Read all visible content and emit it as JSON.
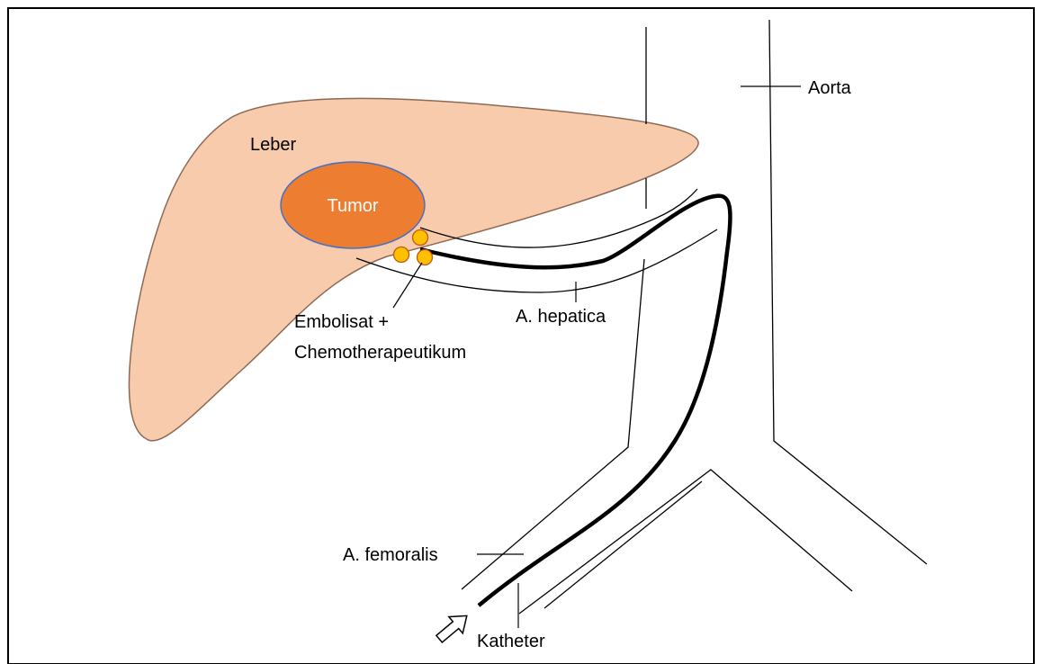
{
  "labels": {
    "liver": "Leber",
    "tumor": "Tumor",
    "aorta": "Aorta",
    "hepatic_artery": "A. hepatica",
    "embolisate_line1": "Embolisat +",
    "embolisate_line2": "Chemotherapeutikum",
    "femoral_artery": "A. femoralis",
    "catheter": "Katheter"
  },
  "colors": {
    "liver_fill": "#F8CBAD",
    "tumor_fill": "#ED7D31",
    "tumor_stroke": "#4472C4",
    "embolisate_fill": "#FFC000",
    "embolisate_stroke": "#C55A11",
    "catheter": "#000000",
    "vessel": "#000000",
    "tumor_text": "#ffffff"
  },
  "icons": {
    "insertion_arrow": "hollow-arrow-up-right"
  }
}
